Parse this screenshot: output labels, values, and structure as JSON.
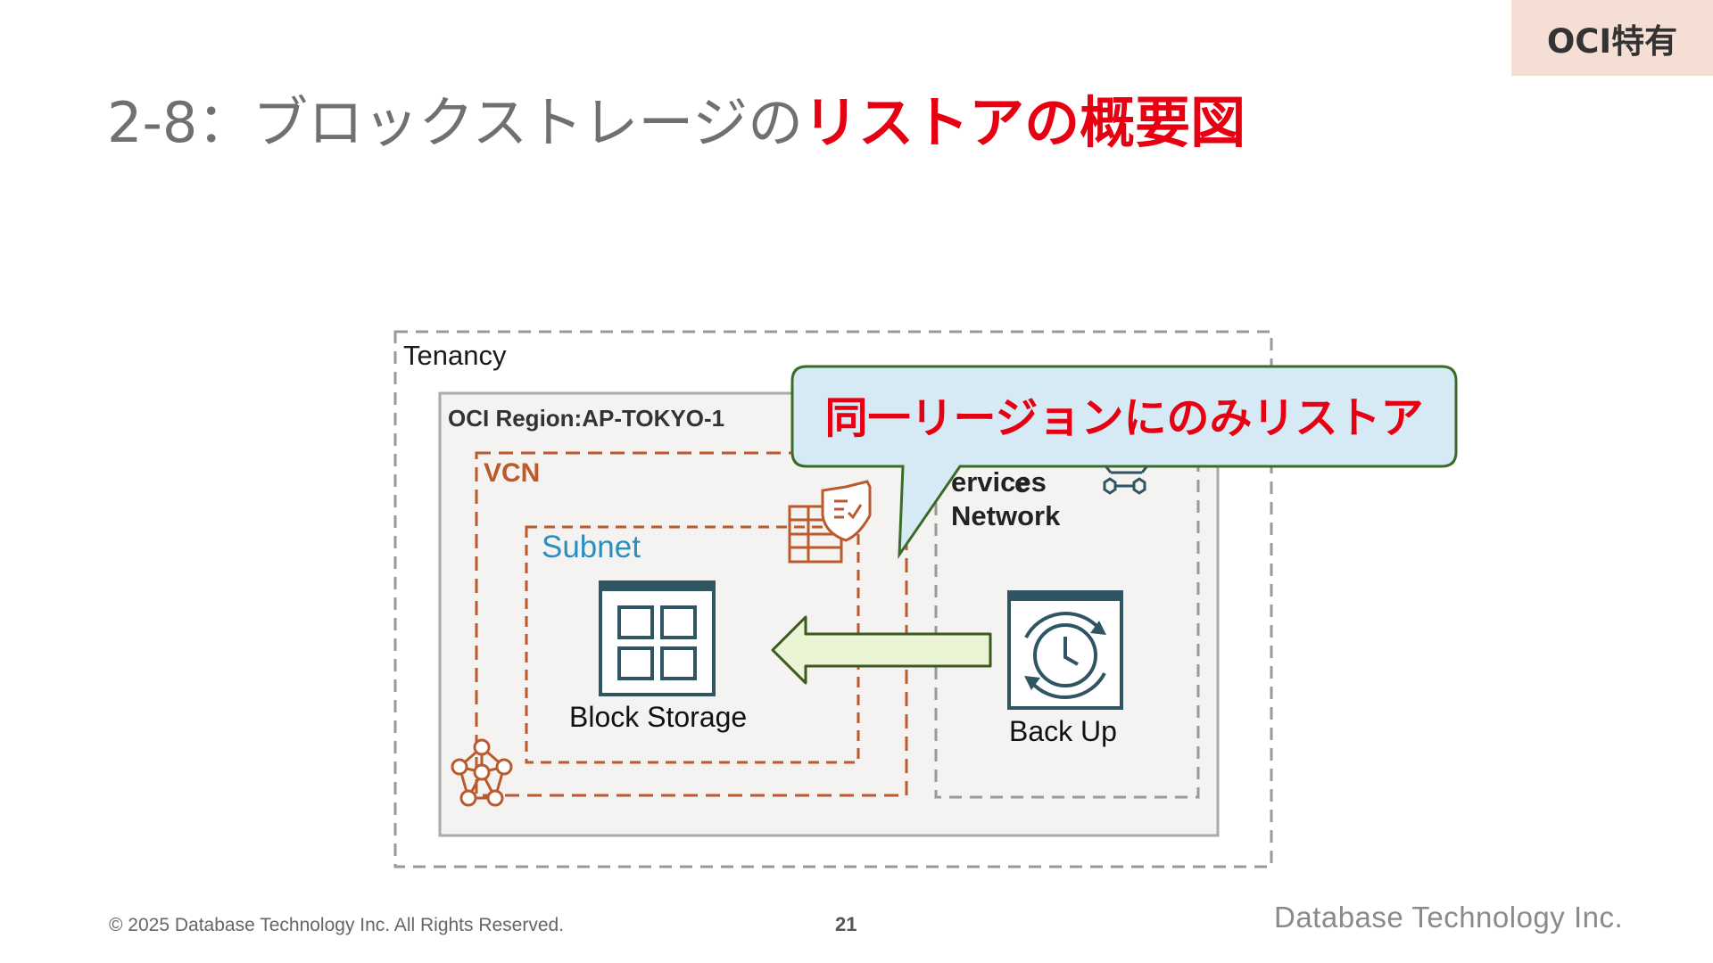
{
  "badge": "OCI特有",
  "title": {
    "prefix": "2-8：ブロックストレージの",
    "highlight": "リストアの概要図"
  },
  "diagram": {
    "tenancy_label": "Tenancy",
    "region_label": "OCI Region:AP-TOKYO-1",
    "vcn_label": "VCN",
    "subnet_label": "Subnet",
    "osn_label": "ervices\nNetwork",
    "block_storage_label": "Block Storage",
    "backup_label": "Back Up",
    "callout_text": "同一リージョンにのみリストア"
  },
  "footer": {
    "copyright": "© 2025 Database Technology Inc. All Rights Reserved.",
    "page_number": "21",
    "company_logo": "Database Technology Inc."
  },
  "colors": {
    "accent_red": "#e60012",
    "vcn_orange": "#bb5a2c",
    "subnet_blue": "#2c8fc0",
    "icon_teal": "#2f5563",
    "callout_fill": "#d6eaf5",
    "callout_border": "#3a6b28",
    "arrow_fill": "#ebf5d6",
    "badge_bg": "#f5ded3"
  },
  "icons": [
    "security-list-shield-icon",
    "network-gateway-icon",
    "block-storage-icon",
    "backup-clock-icon",
    "vcn-network-icon"
  ]
}
